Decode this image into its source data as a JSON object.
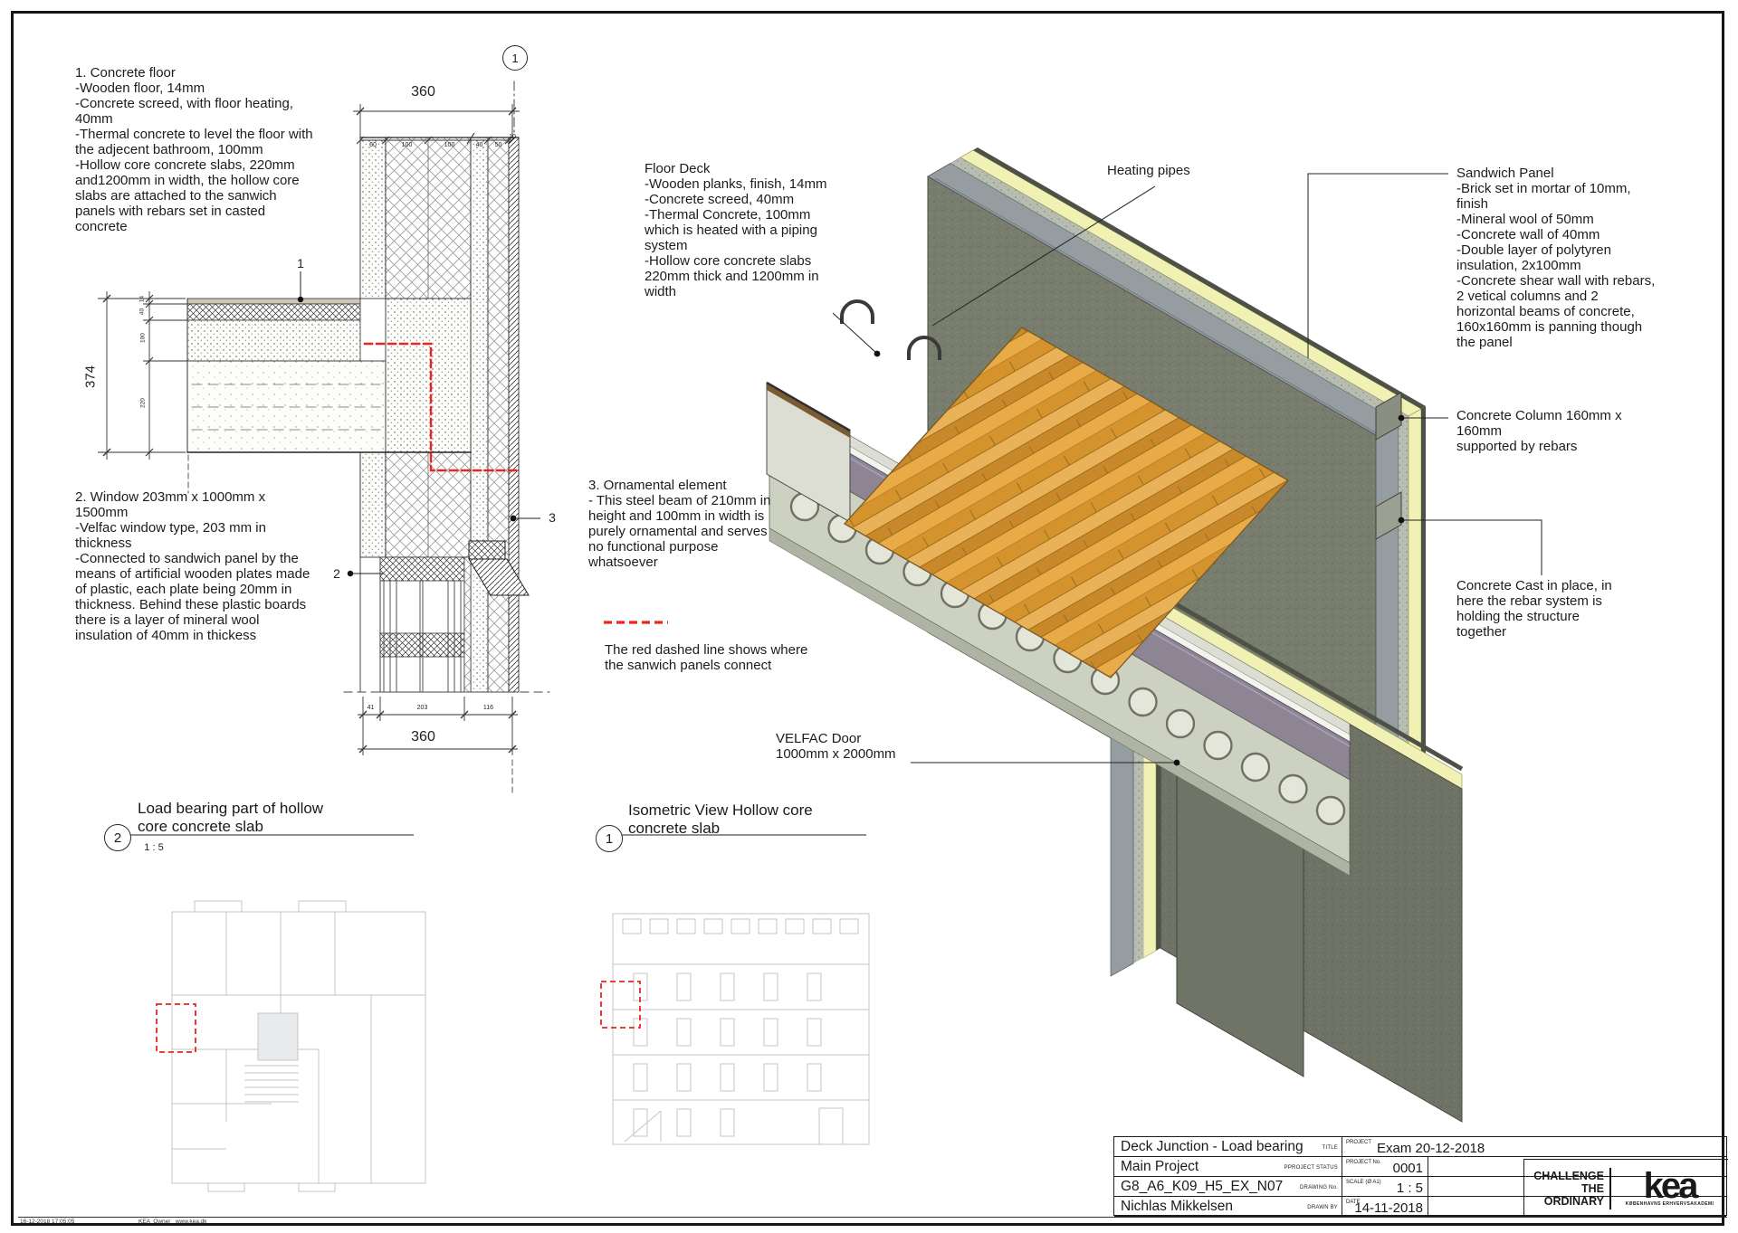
{
  "colors": {
    "red_accent": "#e8251f",
    "wood": "#e0a23e",
    "insulation_yellow": "#f0f1b2",
    "concrete_wall": "#787d6e",
    "beam_purple": "#8d8594",
    "slab_pale": "#ccd1c1"
  },
  "notes": {
    "concrete_floor": "1. Concrete floor\n-Wooden floor, 14mm\n-Concrete screed, with floor heating,\n40mm\n-Thermal concrete to level the floor with\nthe adjecent bathroom, 100mm\n-Hollow core concrete slabs, 220mm\nand1200mm in width, the hollow core\nslabs are attached to the sanwich\npanels with rebars set in casted\nconcrete",
    "window": "2. Window 203mm x 1000mm x\n1500mm\n-Velfac window type, 203 mm in\nthickness\n-Connected to sandwich panel by the\nmeans of artificial wooden plates made\nof plastic, each plate being 20mm in\nthickness. Behind these plastic boards\nthere is a layer of mineral wool\ninsulation of 40mm in thickess",
    "floor_deck": "Floor Deck\n-Wooden planks, finish, 14mm\n-Concrete screed, 40mm\n-Thermal Concrete, 100mm\n which is heated with a piping\nsystem\n-Hollow core concrete slabs\n220mm thick and 1200mm in\nwidth",
    "ornamental": "3. Ornamental element\n- This steel beam of 210mm in\nheight and 100mm in width is\npurely ornamental and serves\nno functional purpose\nwhatsoever",
    "red_note": "The red dashed line shows where\nthe sanwich panels connect",
    "heating_pipes": "Heating pipes",
    "sandwich_panel": "Sandwich Panel\n-Brick set in mortar of 10mm,\nfinish\n-Mineral wool of 50mm\n-Concrete wall of 40mm\n-Double layer of polytyren\ninsulation, 2x100mm\n-Concrete shear wall with rebars,\n2 vetical columns and 2\nhorizontal beams of concrete,\n160x160mm is panning though\nthe panel",
    "concrete_column": "Concrete Column 160mm x\n160mm\nsupported by rebars",
    "concrete_cast": "Concrete Cast in place, in\nhere the rebar system is\nholding the structure\ntogether",
    "velfac_door": "VELFAC Door\n1000mm x 2000mm"
  },
  "keynotes": {
    "floor": "1",
    "window": "2",
    "ornament": "3",
    "section_marker": "1"
  },
  "dims": {
    "overall_width": "360",
    "width_segments": [
      "60",
      "100",
      "100",
      "40",
      "50",
      "10"
    ],
    "overall_height": "374",
    "height_segments": [
      "14",
      "40",
      "100",
      "220"
    ],
    "bottom_segments": [
      "41",
      "203",
      "116"
    ],
    "overall_width_bottom": "360"
  },
  "views": {
    "detail": {
      "num": "2",
      "title": "Load bearing part of hollow\ncore concrete slab",
      "scale": "1 : 5"
    },
    "isometric": {
      "num": "1",
      "title": "Isometric View Hollow core\nconcrete slab"
    }
  },
  "titleblock": {
    "rows": [
      {
        "value": "Deck Junction - Load bearing",
        "label": "TITLE",
        "rlabel": "PROJECT",
        "rvalue": "Exam 20-12-2018"
      },
      {
        "value": "Main Project",
        "label": "PPROJECT STATUS",
        "rlabel": "PROJECT No.",
        "rvalue": "0001"
      },
      {
        "value": "G8_A6_K09_H5_EX_N07",
        "label": "DRAWING No.",
        "rlabel": "SCALE (Ø A1)",
        "rvalue": "1 : 5"
      },
      {
        "value": "Nichlas Mikkelsen",
        "label": "DRAWN BY",
        "rlabel": "DATE",
        "rvalue": "14-11-2018"
      }
    ],
    "logo": {
      "slogan": "CHALLENGE\nTHE\nORDINARY",
      "brand": "kea",
      "subtext": "KØBENHAVNS ERHVERVSAKADEMI"
    }
  },
  "footer": {
    "timestamp": "16-12-2018 17:05:05",
    "owner": "KEA  Owner   www.kea.dk"
  }
}
